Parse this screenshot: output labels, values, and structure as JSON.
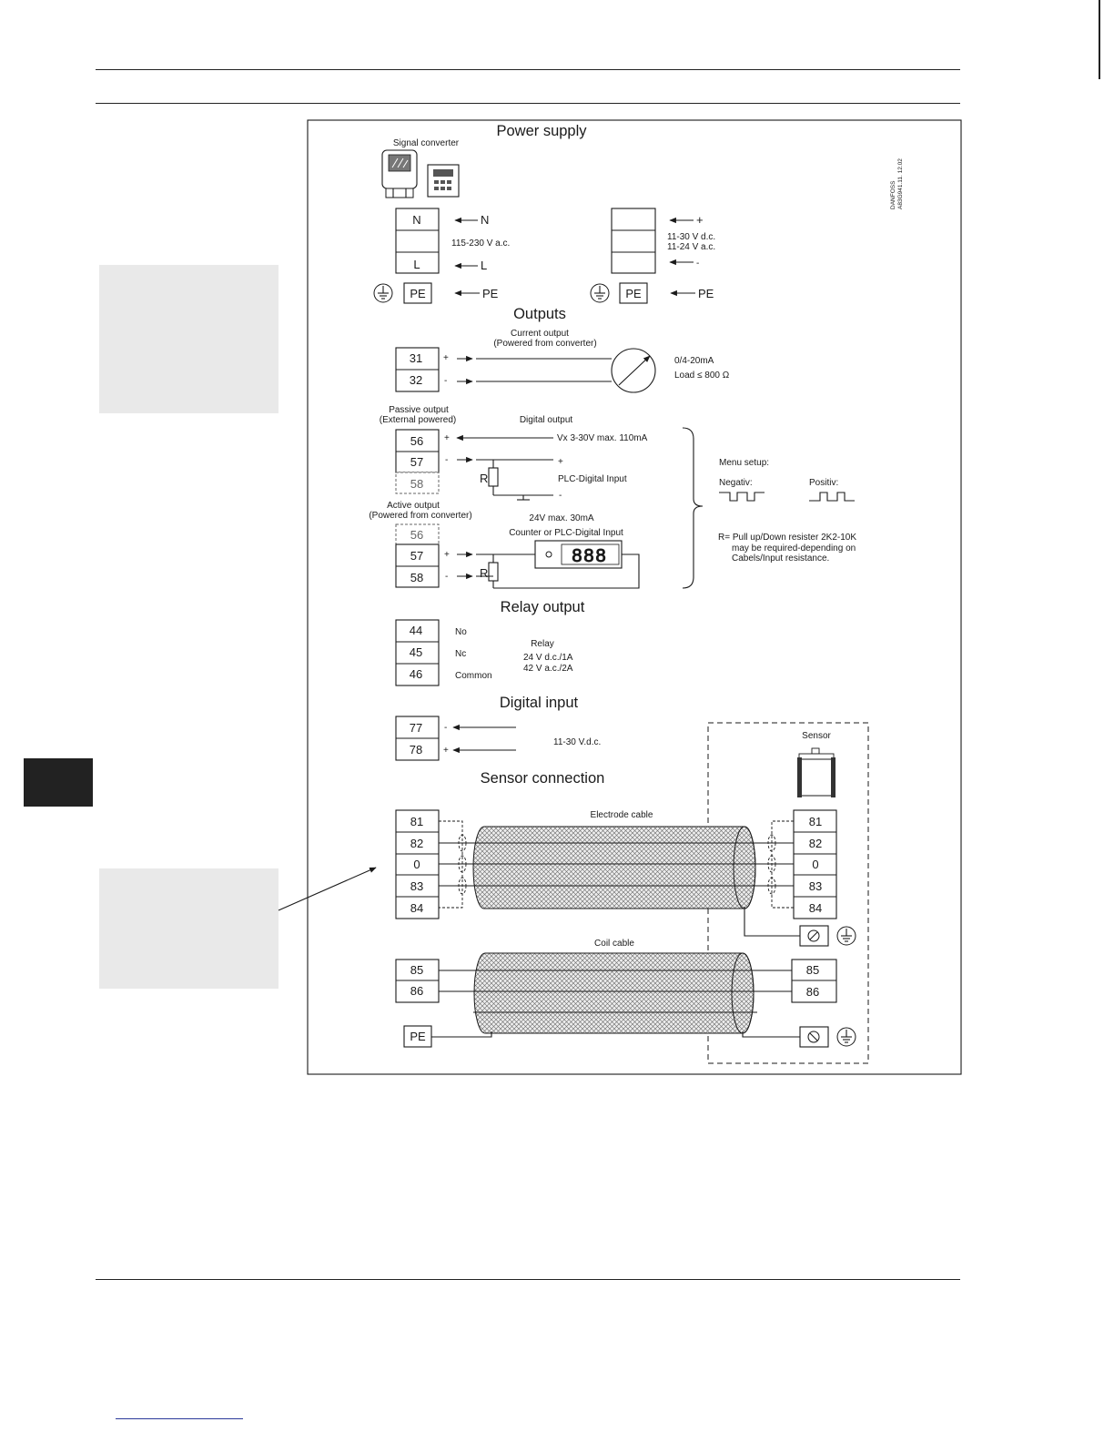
{
  "power_supply": {
    "title": "Power supply",
    "signal_converter_label": "Signal converter",
    "drawing_ref_line1": "DANFOSS",
    "drawing_ref_line2": "A83G941.11. 12.02",
    "ac": {
      "terminal_n": "N",
      "terminal_l": "L",
      "input_n": "N",
      "input_l": "L",
      "voltage": "115-230 V a.c.",
      "pe": "PE",
      "pe_input": "PE"
    },
    "dc": {
      "input_plus": "+",
      "input_minus": "-",
      "voltage_line1": "11-30 V d.c.",
      "voltage_line2": "11-24 V a.c.",
      "pe": "PE",
      "pe_input": "PE"
    }
  },
  "outputs": {
    "title": "Outputs",
    "current": {
      "label_line1": "Current output",
      "label_line2": "(Powered from converter)",
      "terminals": [
        "31",
        "32"
      ],
      "signs": [
        "+",
        "-"
      ],
      "range": "0/4-20mA",
      "load_prefix": "Load ",
      "load_value": "≤ 800 Ω"
    },
    "passive": {
      "label_line1": "Passive output",
      "label_line2": "(External powered)",
      "terminals": [
        "56",
        "57",
        "58"
      ],
      "signs": [
        "+",
        "-"
      ],
      "digital_output": "Digital output",
      "vx": "Vx 3-30V max. 110mA",
      "r": "R",
      "plc": "PLC-Digital Input",
      "plus": "+",
      "minus": "-"
    },
    "active": {
      "label_line1": "Active output",
      "label_line2": "(Powered from converter)",
      "terminals": [
        "56",
        "57",
        "58"
      ],
      "signs": [
        "+",
        "-"
      ],
      "max": "24V max. 30mA",
      "counter": "Counter or PLC-Digital Input",
      "r": "R",
      "display": "888"
    },
    "menu": {
      "label": "Menu setup:",
      "negative": "Negativ:",
      "positive": "Positiv:",
      "r_note_line1": "R= Pull up/Down resister 2K2-10K",
      "r_note_line2": "may be required-depending on",
      "r_note_line3": "Cabels/Input resistance."
    }
  },
  "relay": {
    "title": "Relay output",
    "terminals": [
      "44",
      "45",
      "46"
    ],
    "labels": [
      "No",
      "Nc",
      "Common"
    ],
    "label": "Relay",
    "rating_line1": "24 V d.c./1A",
    "rating_line2": "42 V a.c./2A"
  },
  "digital_input": {
    "title": "Digital input",
    "terminals": [
      "77",
      "78"
    ],
    "signs": [
      "-",
      "+"
    ],
    "voltage": "11-30 V.d.c."
  },
  "sensor_connection": {
    "title": "Sensor connection",
    "sensor_label": "Sensor",
    "electrode_cable": "Electrode cable",
    "coil_cable": "Coil cable",
    "left_terminals": [
      "81",
      "82",
      "0",
      "83",
      "84"
    ],
    "right_terminals": [
      "81",
      "82",
      "0",
      "83",
      "84"
    ],
    "coil_left": [
      "85",
      "86"
    ],
    "coil_right": [
      "85",
      "86"
    ],
    "pe": "PE"
  }
}
